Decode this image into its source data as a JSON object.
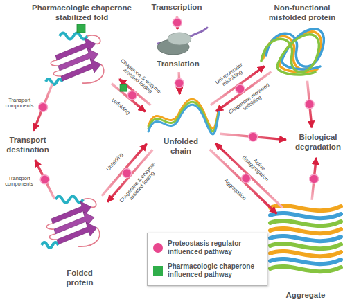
{
  "diagram": {
    "nodes": [
      {
        "text": [
          "Pharmacologic chaperone stabilized fold"
        ]
      },
      {
        "text": [
          "Transcription"
        ]
      },
      {
        "text": [
          "Non-functional misfolded protein"
        ]
      },
      {
        "text": [
          "Translation"
        ]
      },
      {
        "text": [
          "Transport destination"
        ]
      },
      {
        "text": [
          "Unfolded chain"
        ]
      },
      {
        "text": [
          "Biological degradation"
        ]
      },
      {
        "text": [
          "Folded protein"
        ]
      },
      {
        "text": [
          "Aggregate"
        ]
      }
    ],
    "edges": [
      {
        "from": 1,
        "to": 3,
        "arrow": "to"
      },
      {
        "from": 3,
        "to": 5,
        "arrow": "to"
      },
      {
        "from": 5,
        "to": 0,
        "label": "Chaperone & enzyme-assisted folding",
        "arrow": "to"
      },
      {
        "from": 0,
        "to": 5,
        "label": "Unfolding",
        "arrow": "to"
      },
      {
        "from": 5,
        "to": 7,
        "label": "Chaperone & enzyme-assisted folding",
        "arrow": "to"
      },
      {
        "from": 7,
        "to": 5,
        "label": "Unfolding",
        "arrow": "to"
      },
      {
        "from": 0,
        "to": 4,
        "label": "Transport components",
        "arrow": "to"
      },
      {
        "from": 7,
        "to": 4,
        "label": "Transport components",
        "arrow": "to"
      },
      {
        "from": 5,
        "to": 2,
        "label": "Uni-molecular misfolding",
        "arrow": "to"
      },
      {
        "from": 2,
        "to": 5,
        "label": "Chaperone mediated unfolding",
        "arrow": "to"
      },
      {
        "from": 5,
        "to": 8,
        "label": "Aggregation",
        "arrow": "to"
      },
      {
        "from": 8,
        "to": 5,
        "label": "Active disaggregation",
        "arrow": "to"
      },
      {
        "from": 5,
        "to": 6,
        "arrow": "to"
      },
      {
        "from": 2,
        "to": 6,
        "arrow": "to"
      },
      {
        "from": 8,
        "to": 6,
        "arrow": "to"
      }
    ],
    "legend": [
      {
        "text": "Proteostasis regulator influenced pathway",
        "color": "#e8478e"
      },
      {
        "text": "Pharmacologic chaperone influenced pathway",
        "color": "#2fae4a"
      }
    ]
  }
}
